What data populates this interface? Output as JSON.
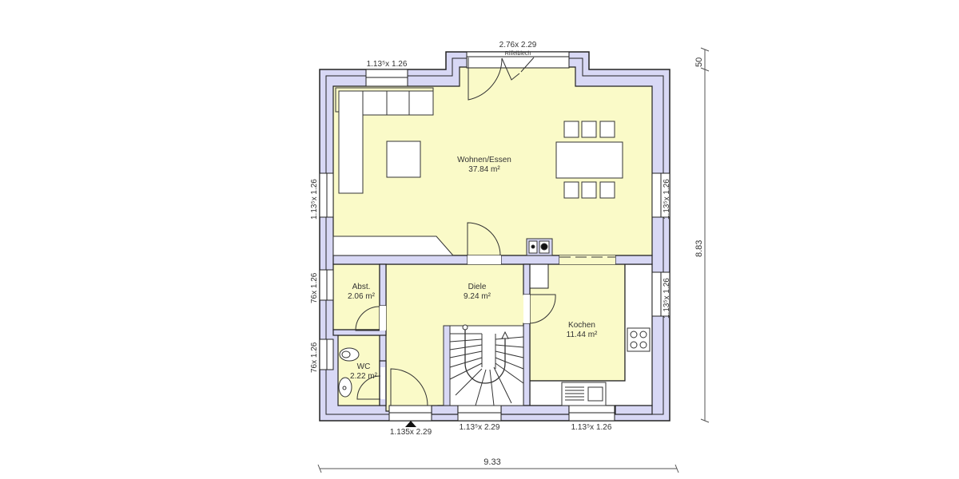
{
  "plan": {
    "colors": {
      "floor": "#fafac8",
      "wall_fill": "#d8d8f5",
      "line": "#222222",
      "furniture": "#ffffff",
      "background": "#ffffff"
    },
    "rooms": [
      {
        "id": "wohnen",
        "name": "Wohnen/Essen",
        "area": "37.84 m²"
      },
      {
        "id": "diele",
        "name": "Diele",
        "area": "9.24 m²"
      },
      {
        "id": "kochen",
        "name": "Kochen",
        "area": "11.44 m²"
      },
      {
        "id": "abst",
        "name": "Abst.",
        "area": "2.06 m²"
      },
      {
        "id": "wc",
        "name": "WC",
        "area": "2.22 m²"
      }
    ],
    "openings": {
      "top_left_window": "1.13⁵x 1.26",
      "top_door": "2.76x 2.29",
      "top_door_note": "Riffelblech",
      "left_upper_window": "1.13⁵x 1.26",
      "left_abst_window": "76x 1.26",
      "left_wc_window": "76x 1.26",
      "right_upper_window": "1.13⁵x 1.26",
      "right_kitchen_window": "1.13⁵x 1.26",
      "bottom_entrance": "1.135x 2.29",
      "bottom_stair_window": "1.13⁵x 2.29",
      "bottom_kitchen_window": "1.13⁵x 1.26"
    },
    "dimensions": {
      "overall_width": "9.33",
      "overall_depth": "8.83",
      "projection": "50"
    }
  }
}
